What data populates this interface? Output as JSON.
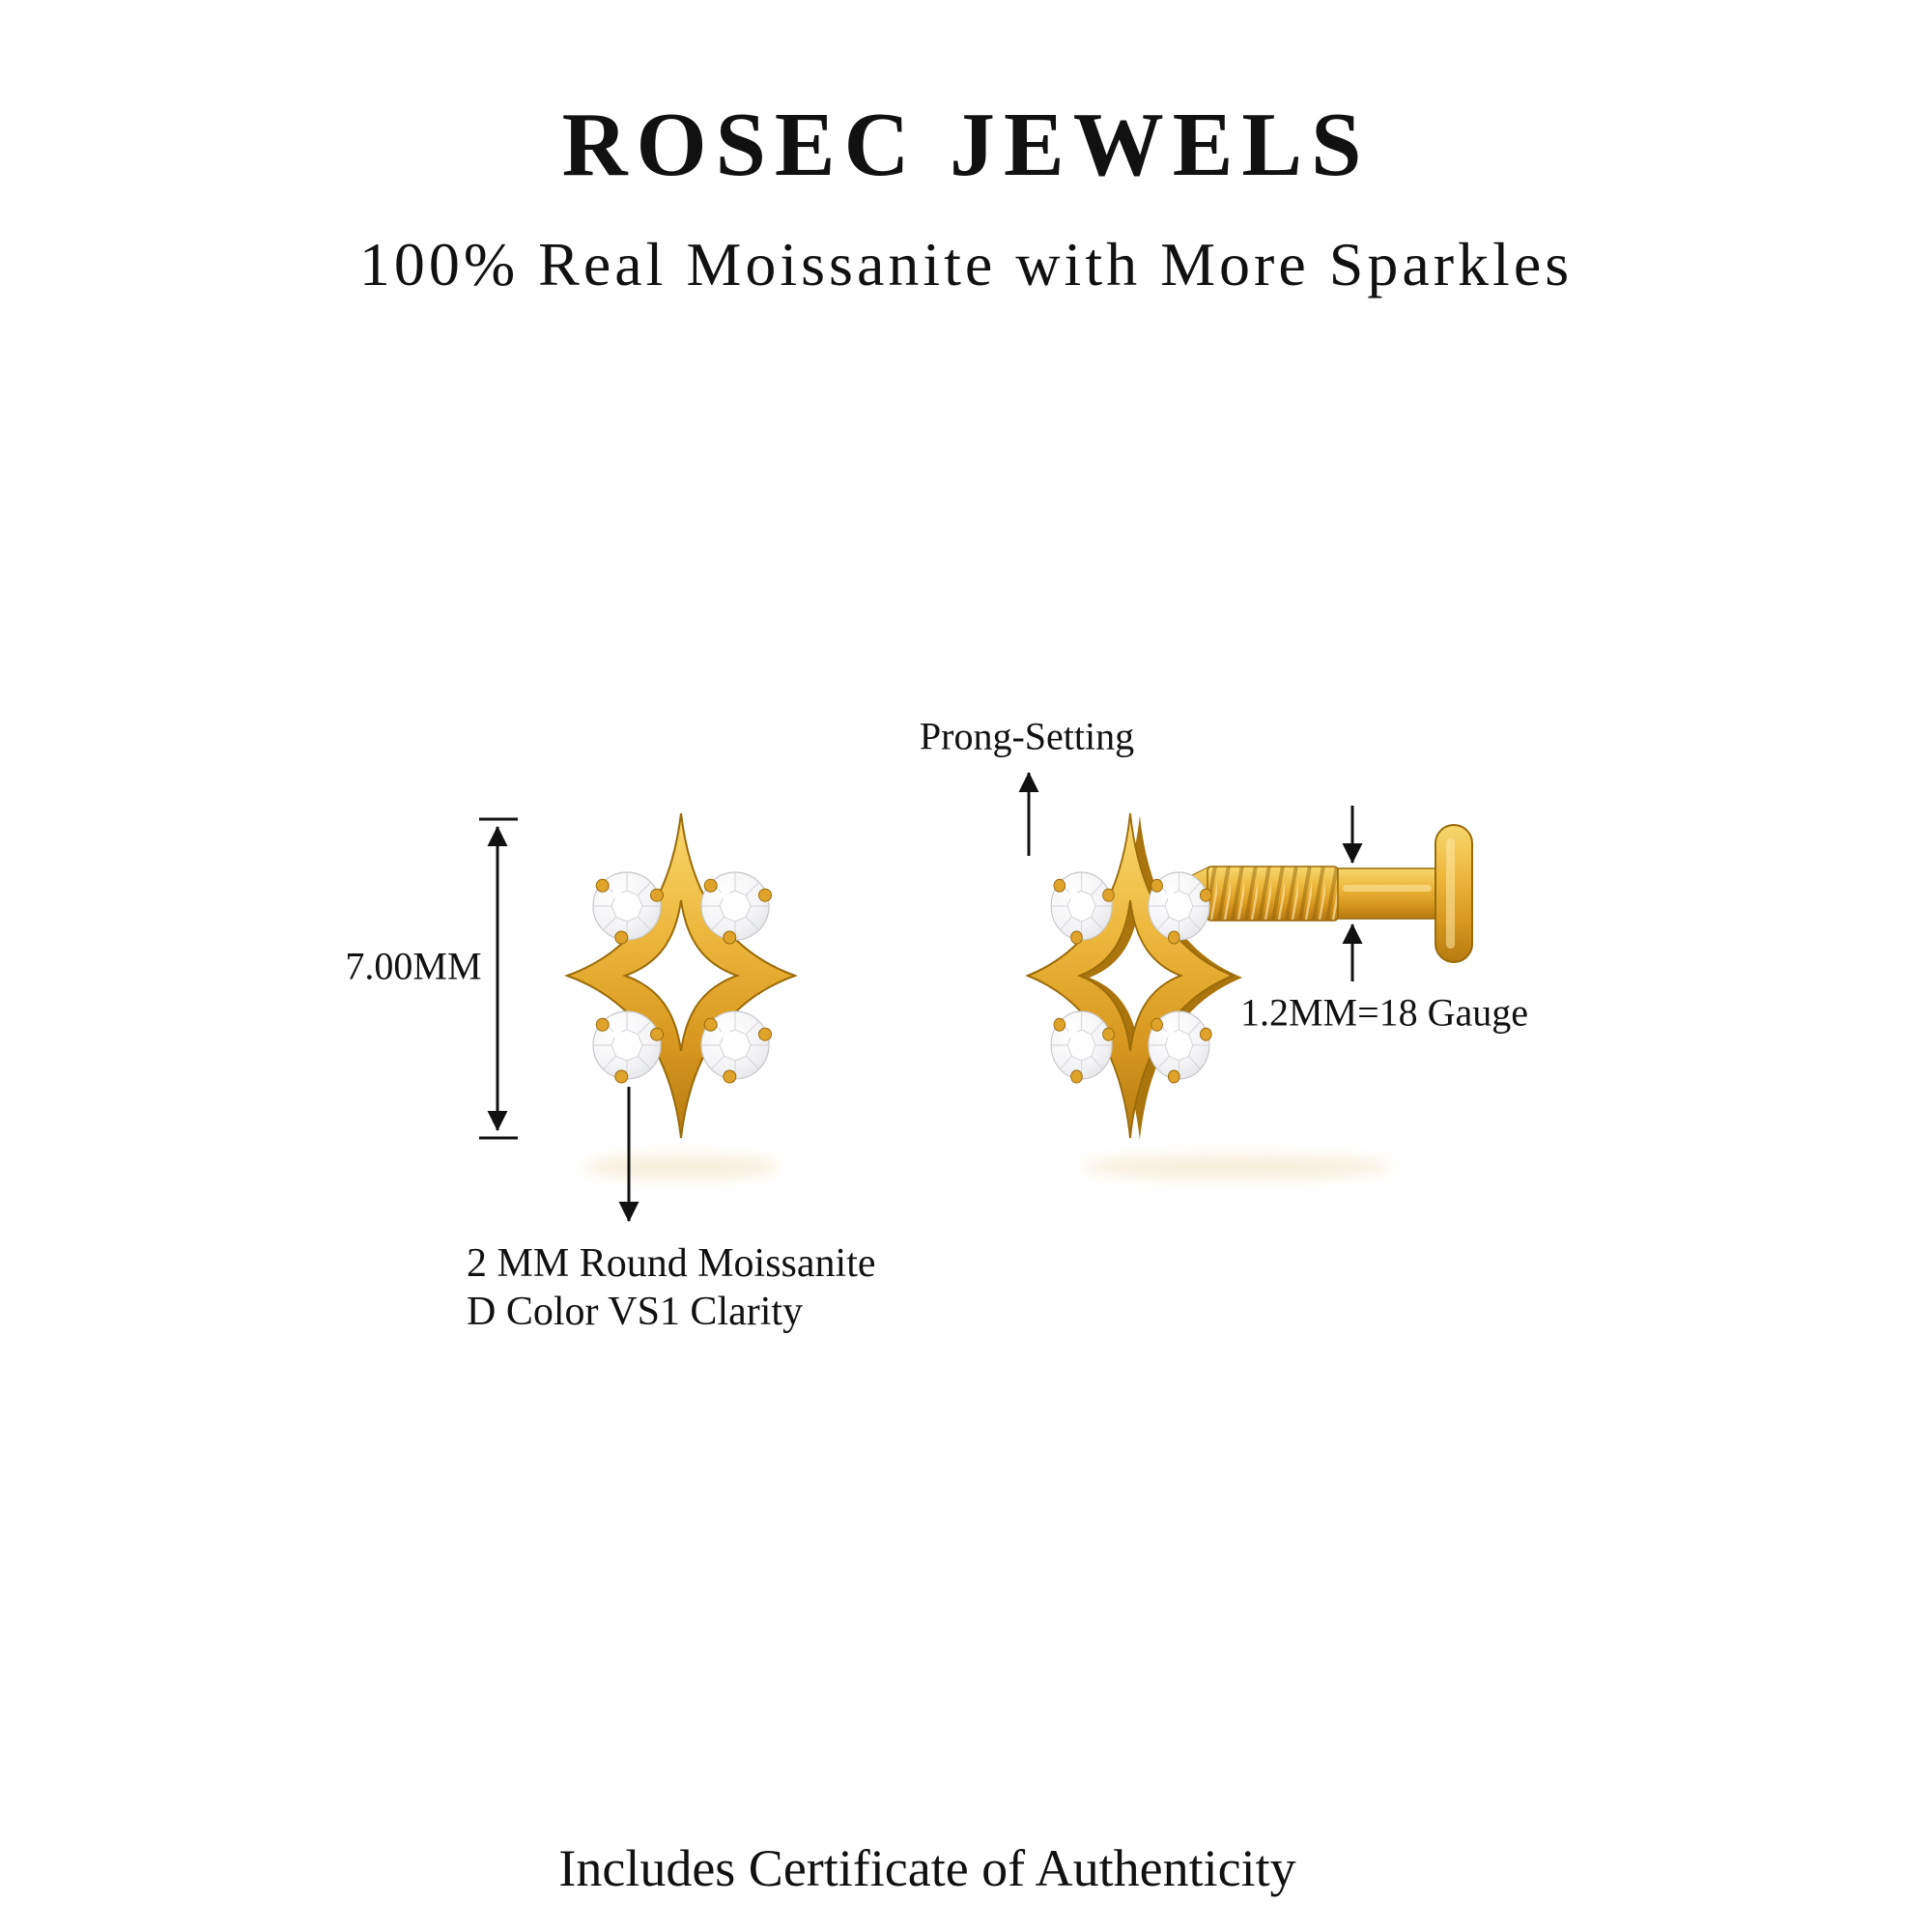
{
  "header": {
    "brand": "ROSEC JEWELS",
    "tagline": "100% Real Moissanite with More Sparkles"
  },
  "annotations": {
    "height_dimension": "7.00MM",
    "prong_setting": "Prong-Setting",
    "gauge": "1.2MM=18 Gauge",
    "stone_line1": "2 MM Round Moissanite",
    "stone_line2": "D Color VS1 Clarity"
  },
  "footer": {
    "note": "Includes Certificate of Authenticity"
  },
  "colors": {
    "text": "#111111",
    "gold": "#E2A52F",
    "gold_light": "#F8D76E",
    "gold_dark": "#B57A10",
    "stone": "#F2F2F4",
    "background": "#FFFFFF"
  }
}
